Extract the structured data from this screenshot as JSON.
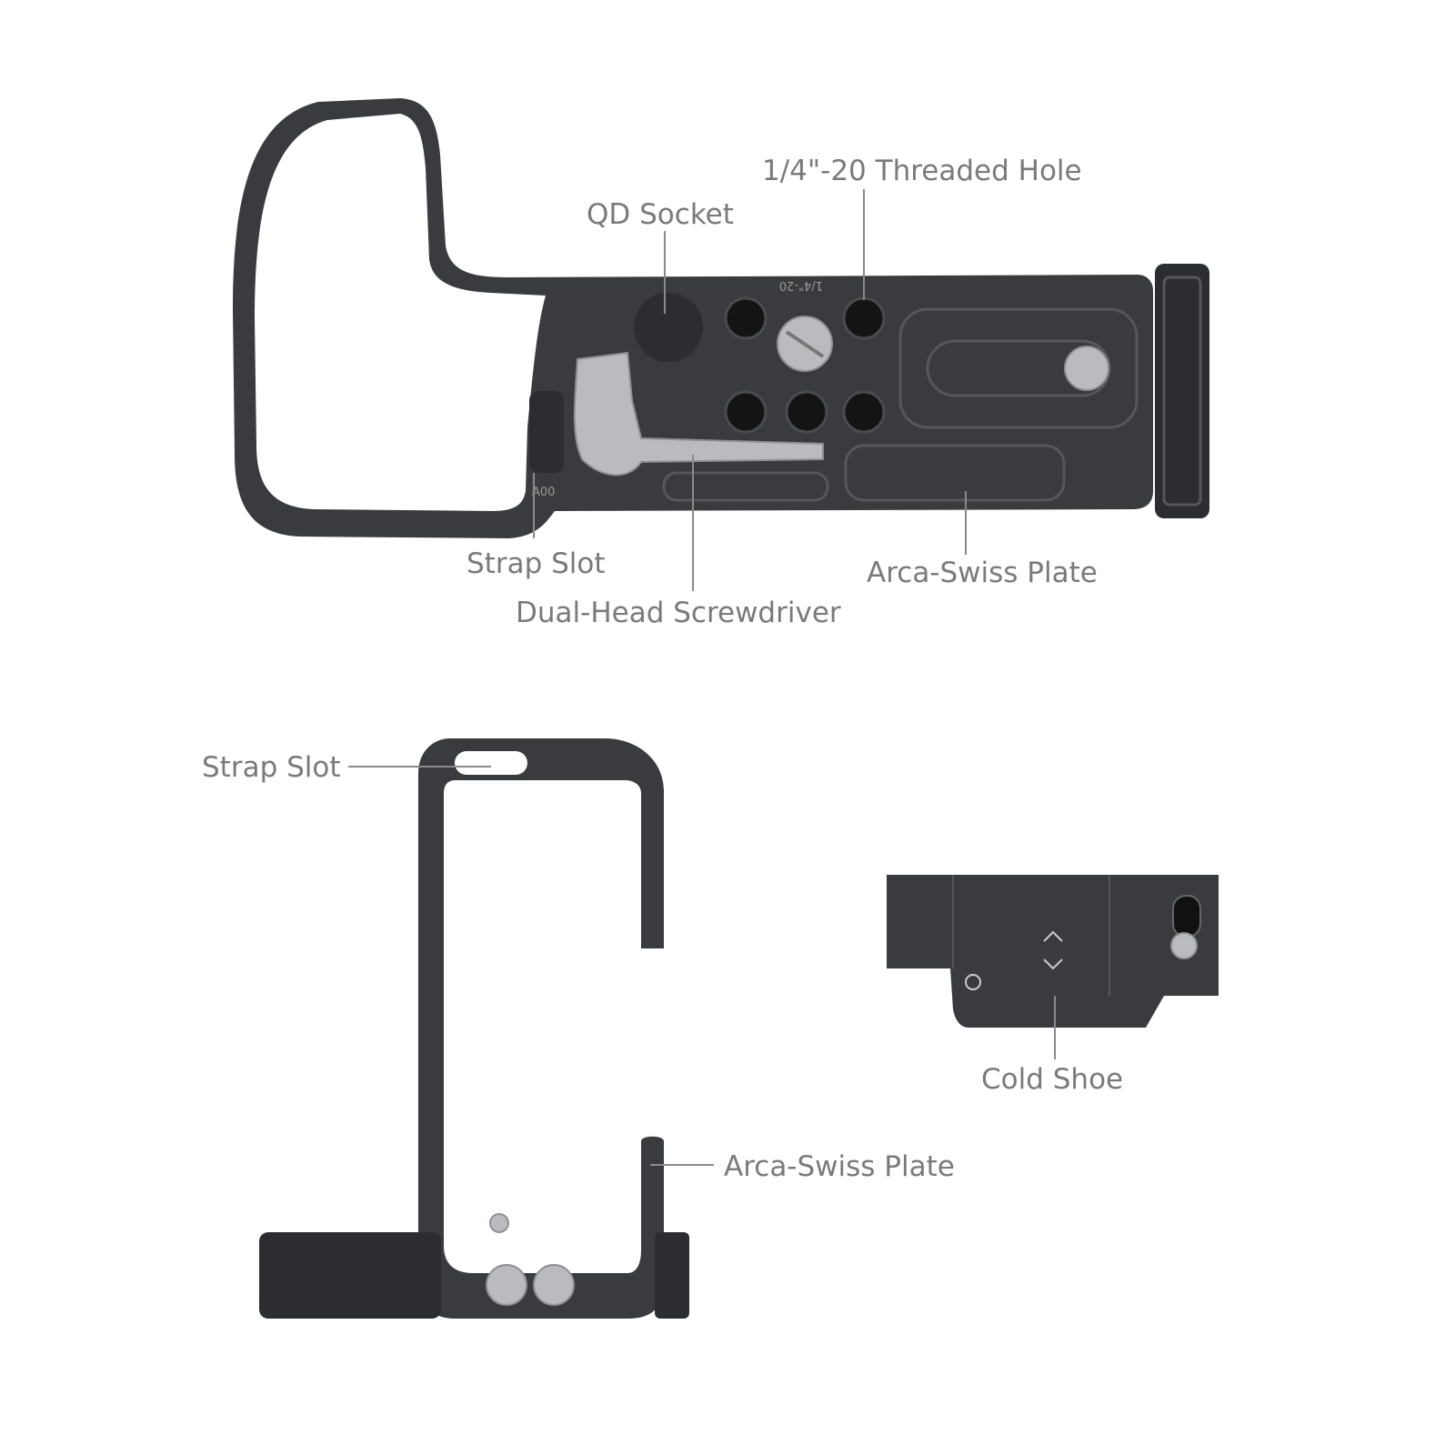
{
  "callouts_top": {
    "threaded_hole": "1/4\"-20 Threaded Hole",
    "qd_socket": "QD Socket",
    "strap_slot": "Strap Slot",
    "screwdriver": "Dual-Head Screwdriver",
    "arca_plate": "Arca-Swiss Plate"
  },
  "callouts_bottom": {
    "strap_slot": "Strap Slot",
    "arca_plate": "Arca-Swiss Plate",
    "cold_shoe": "Cold Shoe"
  },
  "engravings": {
    "thread_mark": "1/4\"-20",
    "model_mark": "A00"
  }
}
